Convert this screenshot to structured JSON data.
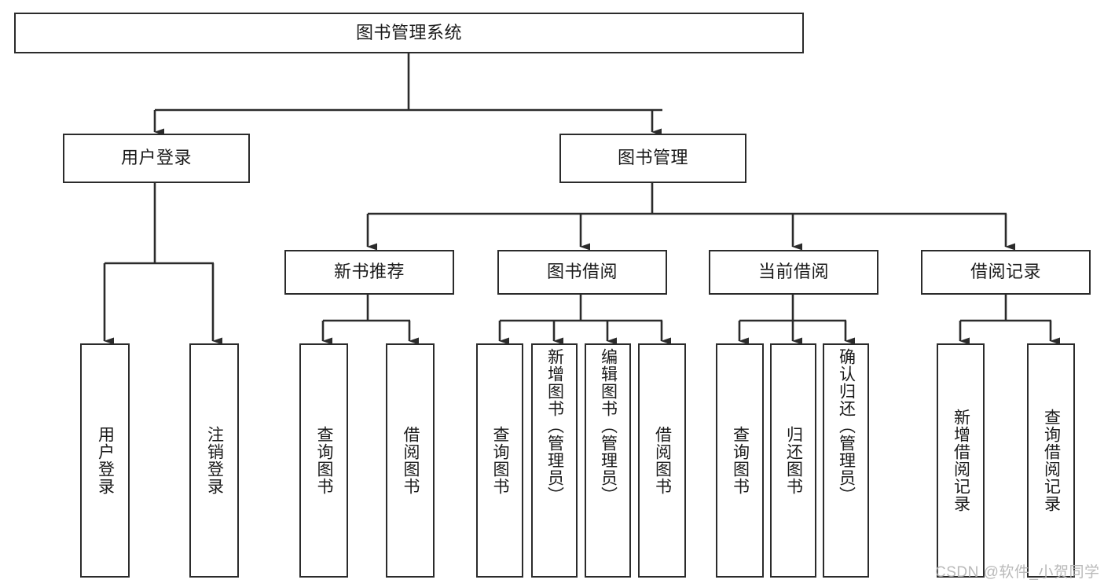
{
  "diagram": {
    "title": "图书管理系统",
    "type": "tree-hierarchy-chart",
    "root": {
      "label": "图书管理系统"
    },
    "level2": [
      {
        "label": "用户登录"
      },
      {
        "label": "图书管理"
      }
    ],
    "level3": [
      {
        "label": "新书推荐"
      },
      {
        "label": "图书借阅"
      },
      {
        "label": "当前借阅"
      },
      {
        "label": "借阅记录"
      }
    ],
    "leaves": {
      "user_login": [
        {
          "label": "用户登录"
        },
        {
          "label": "注销登录"
        }
      ],
      "new_book_recommend": [
        {
          "label": "查询图书"
        },
        {
          "label": "借阅图书"
        }
      ],
      "book_borrow": [
        {
          "label": "查询图书"
        },
        {
          "label": "新增图书（管理员）"
        },
        {
          "label": "编辑图书（管理员）"
        },
        {
          "label": "借阅图书"
        }
      ],
      "current_borrow": [
        {
          "label": "查询图书"
        },
        {
          "label": "归还图书"
        },
        {
          "label": "确认归还（管理员）"
        }
      ],
      "borrow_records": [
        {
          "label": "新增借阅记录"
        },
        {
          "label": "查询借阅记录"
        }
      ]
    }
  },
  "watermark": {
    "text": "CSDN @软件_小贺同学"
  },
  "colors": {
    "stroke": "#2b2b2b",
    "background": "#ffffff",
    "text": "#1a1a1a",
    "watermark": "#b6b6b6"
  }
}
